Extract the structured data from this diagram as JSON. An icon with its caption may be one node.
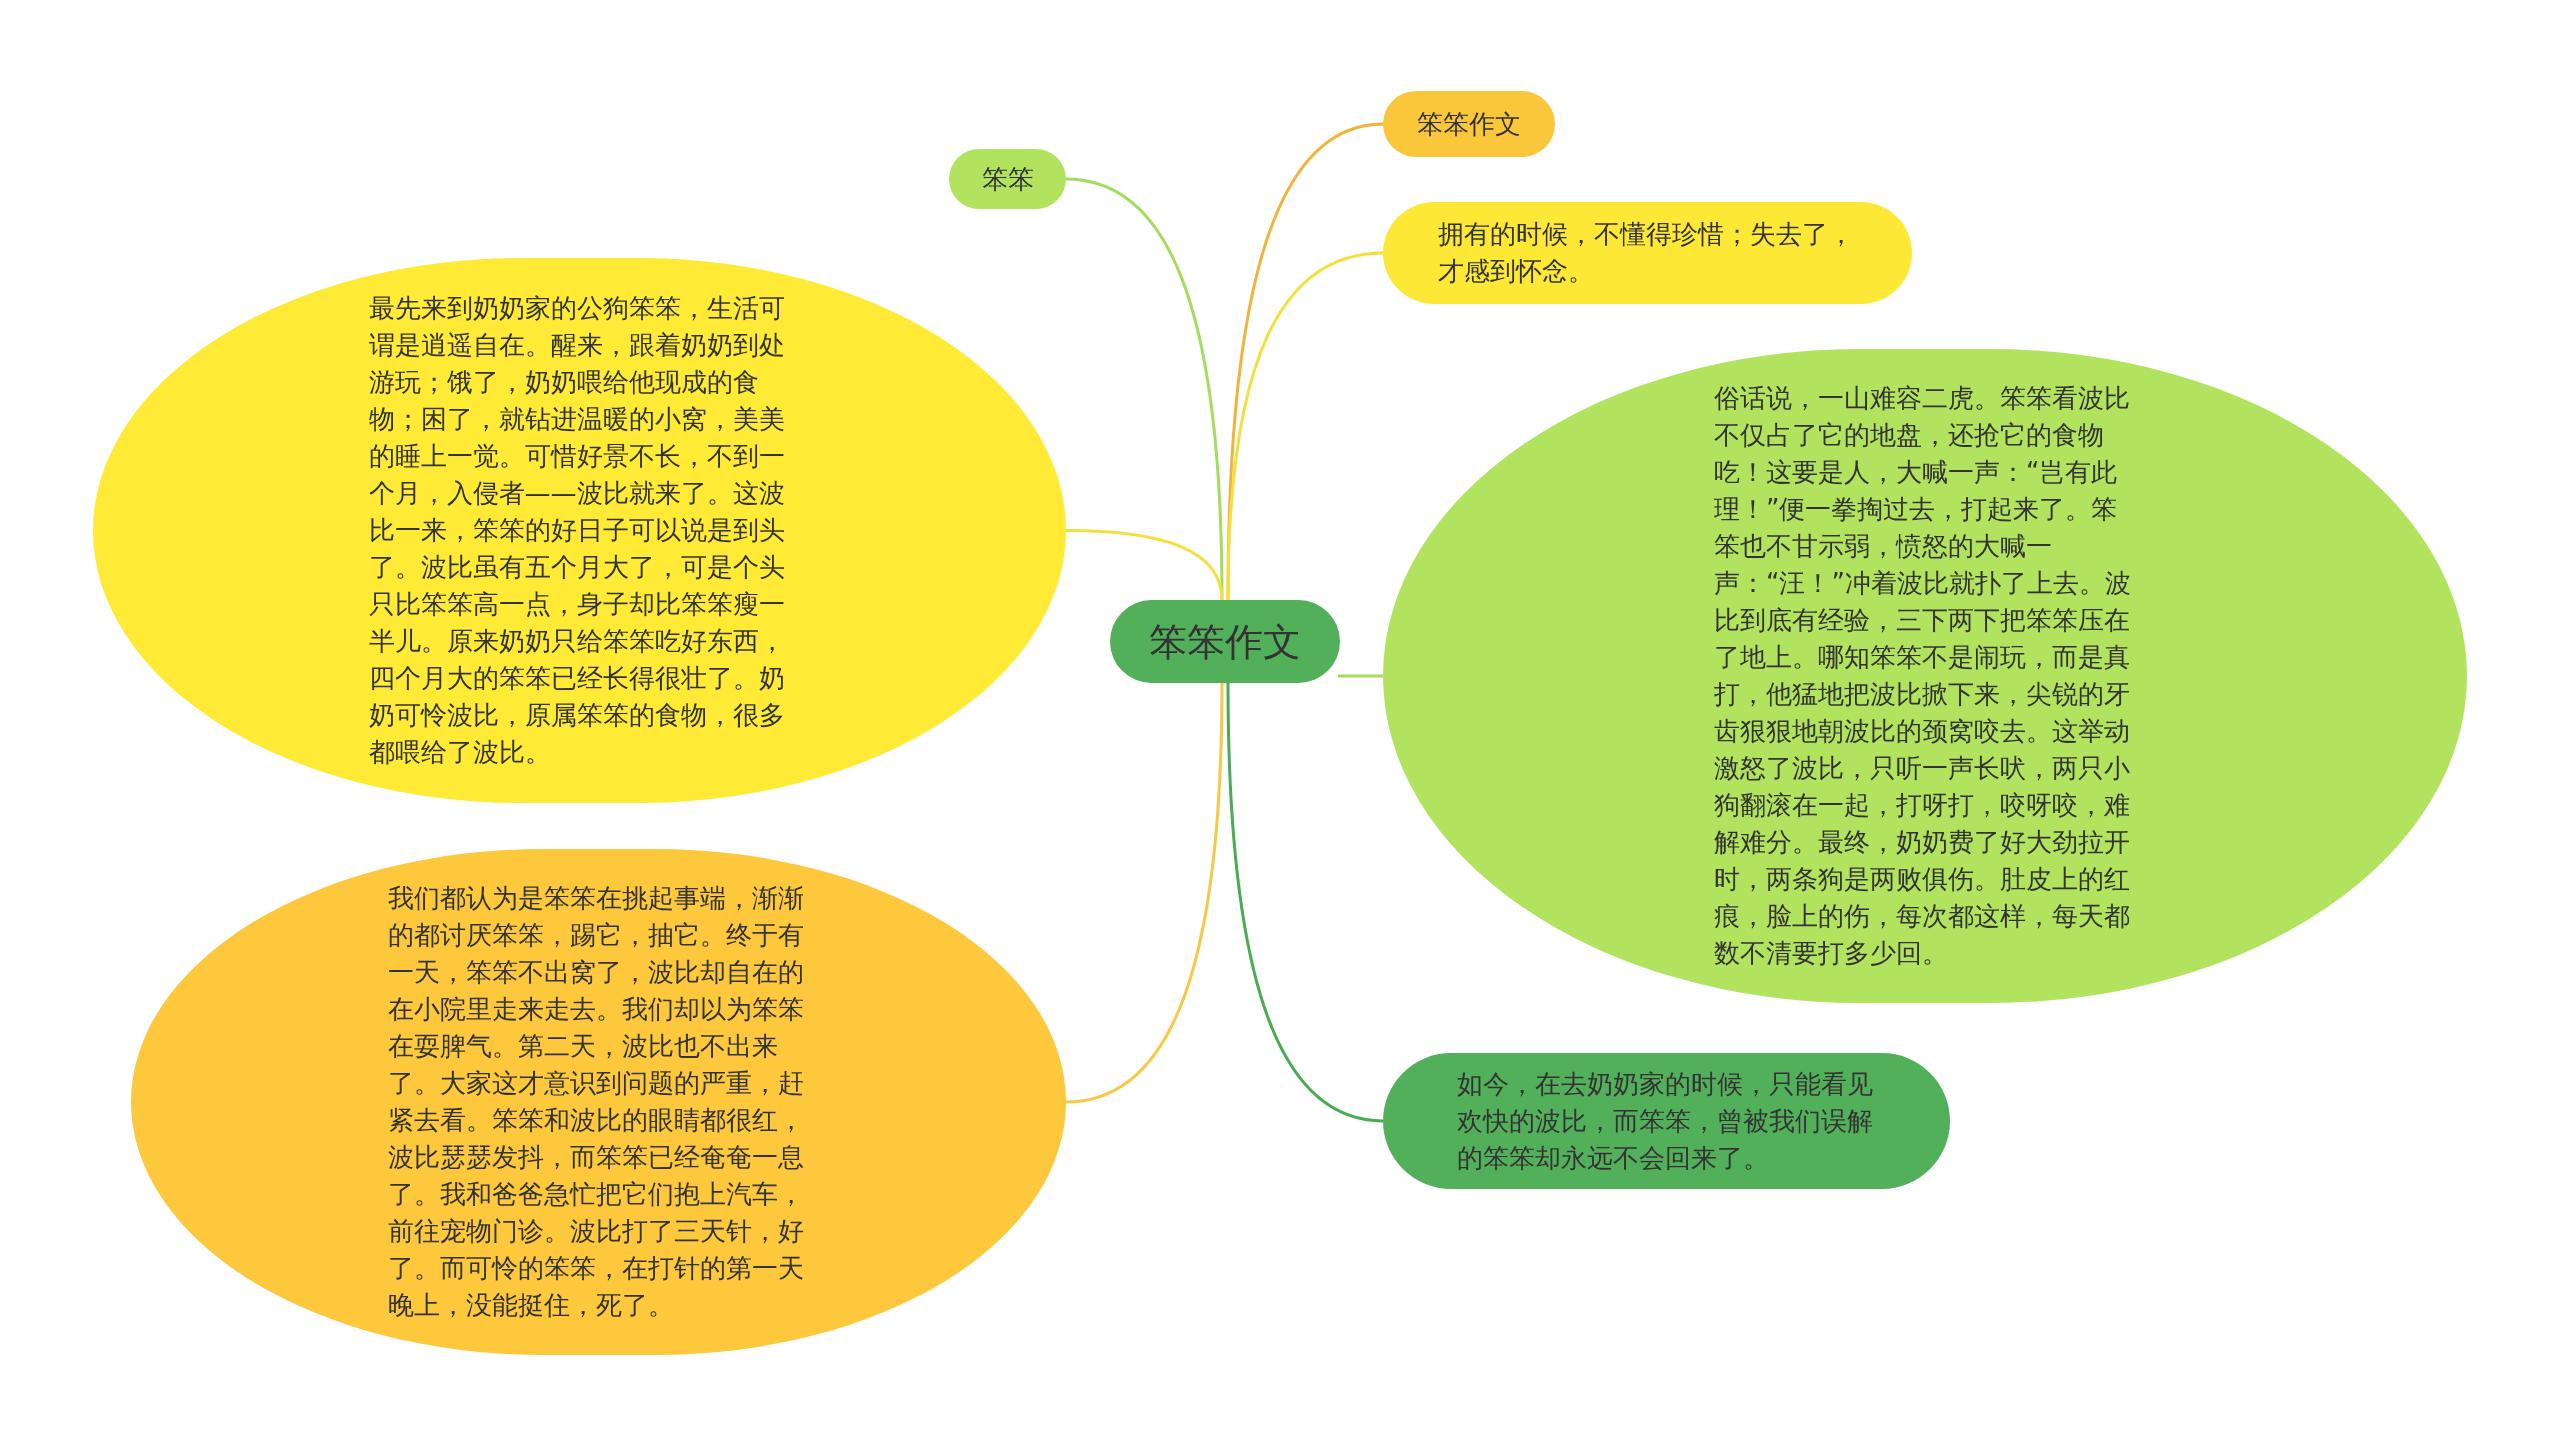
{
  "diagram": {
    "nodes": [
      {
        "text": [
          "笨笨作文"
        ]
      },
      {
        "text": [
          "笨笨"
        ]
      },
      {
        "text": [
          "笨笨作文"
        ]
      },
      {
        "text": [
          "拥有的时候，不懂得珍惜；失去了，才感到怀念。"
        ]
      },
      {
        "text": [
          "最先来到奶奶家的公狗笨笨，生活可谓是逍遥自在。醒来，跟着奶奶到处游玩；饿了，奶奶喂给他现成的食物；困了，就钻进温暖的小窝，美美的睡上一觉。可惜好景不长，不到一个月，入侵者——波比就来了。这波比一来，笨笨的好日子可以说是到头了。波比虽有五个月大了，可是个头只比笨笨高一点，身子却比笨笨瘦一半儿。原来奶奶只给笨笨吃好东西，四个月大的笨笨已经长得很壮了。奶奶可怜波比，原属笨笨的食物，很多都喂给了波比。"
        ]
      },
      {
        "text": [
          "俗话说，一山难容二虎。笨笨看波比不仅占了它的地盘，还抢它的食物吃！这要是人，大喊一声：“岂有此理！”便一拳掏过去，打起来了。笨笨也不甘示弱，愤怒的大喊一声：“汪！”冲着波比就扑了上去。波比到底有经验，三下两下把笨笨压在了地上。哪知笨笨不是闹玩，而是真打，他猛地把波比掀下来，尖锐的牙齿狠狠地朝波比的颈窝咬去。这举动激怒了波比，只听一声长吠，两只小狗翻滚在一起，打呀打，咬呀咬，难解难分。最终，奶奶费了好大劲拉开时，两条狗是两败俱伤。肚皮上的红痕，脸上的伤，每次都这样，每天都数不清要打多少回。"
        ]
      },
      {
        "text": [
          "我们都认为是笨笨在挑起事端，渐渐的都讨厌笨笨，踢它，抽它。终于有一天，笨笨不出窝了，波比却自在的在小院里走来走去。我们却以为笨笨在耍脾气。第二天，波比也不出来了。大家这才意识到问题的严重，赶紧去看。笨笨和波比的眼睛都很红，波比瑟瑟发抖，而笨笨已经奄奄一息了。我和爸爸急忙把它们抱上汽车，前往宠物门诊。波比打了三天针，好了。而可怜的笨笨，在打针的第一天晚上，没能挺住，死了。"
        ]
      },
      {
        "text": [
          "如今，在去奶奶家的时候，只能看见欢快的波比，而笨笨，曾被我们误解的笨笨却永远不会回来了。"
        ]
      }
    ],
    "edges": [
      {
        "from": 0,
        "to": 1,
        "arrow": "none",
        "color": "#a6dc5e"
      },
      {
        "from": 0,
        "to": 2,
        "arrow": "none",
        "color": "#f0b43c"
      },
      {
        "from": 0,
        "to": 3,
        "arrow": "none",
        "color": "#f4e03c"
      },
      {
        "from": 0,
        "to": 4,
        "arrow": "none",
        "color": "#f4e03c"
      },
      {
        "from": 0,
        "to": 5,
        "arrow": "none",
        "color": "#a6dc5e"
      },
      {
        "from": 0,
        "to": 6,
        "arrow": "none",
        "color": "#f6c843"
      },
      {
        "from": 0,
        "to": 7,
        "arrow": "none",
        "color": "#4caa55"
      }
    ]
  }
}
